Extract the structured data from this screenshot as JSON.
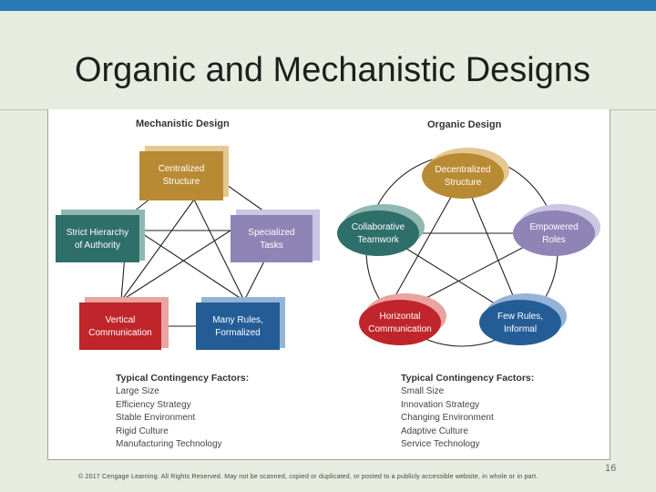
{
  "slide": {
    "title": "Organic and Mechanistic Designs",
    "footer": "© 2017 Cengage Learning. All Rights Reserved. May not be scanned, copied or duplicated, or posted to a publicly accessible website, in whole or in part.",
    "page_number": "16"
  },
  "mechanistic": {
    "heading": "Mechanistic Design",
    "nodes": {
      "top": [
        "Centralized",
        "Structure"
      ],
      "left": [
        "Strict Hierarchy",
        "of Authority"
      ],
      "right": [
        "Specialized",
        "Tasks"
      ],
      "bottom_left": [
        "Vertical",
        "Communication"
      ],
      "bottom_right": [
        "Many Rules,",
        "Formalized"
      ]
    },
    "factors_heading": "Typical Contingency Factors:",
    "factors": [
      "Large Size",
      "Efficiency Strategy",
      "Stable Environment",
      "Rigid Culture",
      "Manufacturing Technology"
    ]
  },
  "organic": {
    "heading": "Organic Design",
    "nodes": {
      "top": [
        "Decentralized",
        "Structure"
      ],
      "left": [
        "Collaborative",
        "Teamwork"
      ],
      "right": [
        "Empowered",
        "Roles"
      ],
      "bottom_left": [
        "Horizontal",
        "Communication"
      ],
      "bottom_right": [
        "Few Rules,",
        "Informal"
      ]
    },
    "factors_heading": "Typical Contingency Factors:",
    "factors": [
      "Small Size",
      "Innovation Strategy",
      "Changing Environment",
      "Adaptive Culture",
      "Service Technology"
    ]
  },
  "colors": {
    "top_bar": "#2779b6",
    "gold": "#b98a34",
    "teal": "#2f6f69",
    "lavender": "#8f84b6",
    "red": "#c0252b",
    "blue": "#245d96"
  }
}
